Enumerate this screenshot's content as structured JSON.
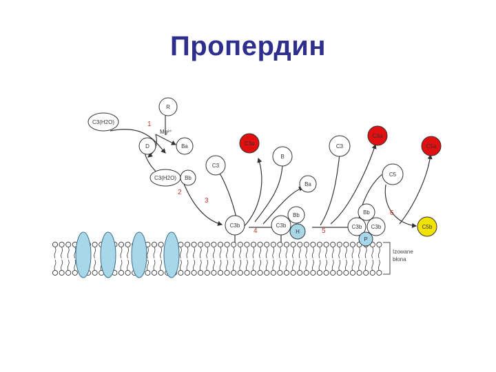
{
  "title": "Пропердин",
  "colors": {
    "title": "#2e2e8c",
    "red": "#e01010",
    "yellow": "#f2e200",
    "blue": "#a9d7ea",
    "step": "#c0392b",
    "line": "#333333"
  },
  "nodes": {
    "R": "R",
    "C3H2O": "C3(H2O)",
    "Mg": "Mg²⁺",
    "D": "D",
    "Ba": "Ba",
    "C3H2O_b": "C3(H2O)",
    "Bb": "Bb",
    "C3a": "C3a",
    "C3": "C3",
    "B": "B",
    "Ba2": "Ba",
    "C3b": "C3b",
    "Bb2": "Bb",
    "C3b2": "C3b",
    "H": "H",
    "C3_2": "C3",
    "C3a2": "C3a",
    "C5a": "C5a",
    "C5": "C5",
    "Bb3": "Bb",
    "C3b3": "C3b",
    "C3b4": "C3b",
    "P": "P",
    "C5b": "C5b"
  },
  "steps": [
    "1",
    "2",
    "3",
    "4",
    "5",
    "6"
  ],
  "membrane_label": "Izowane\nbłona"
}
